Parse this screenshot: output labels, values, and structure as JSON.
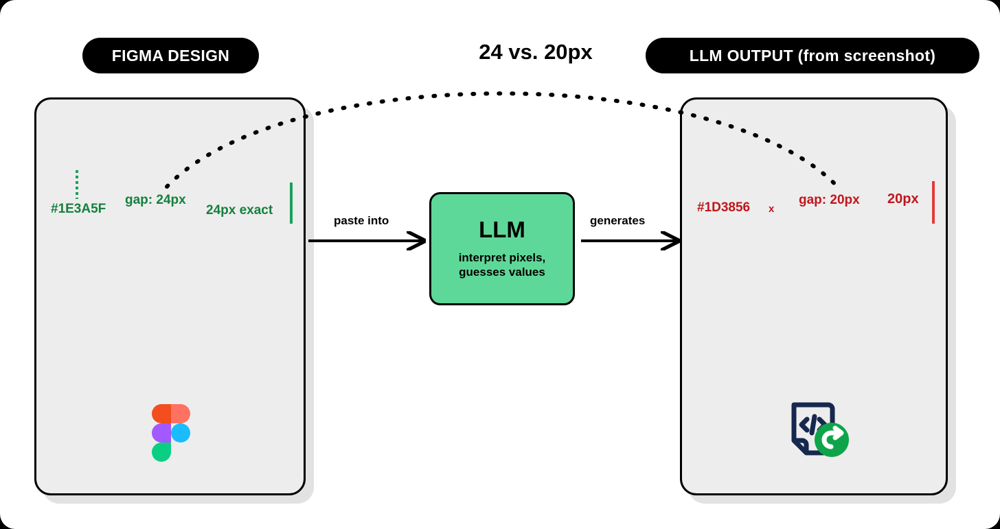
{
  "headline": "24 vs. 20px",
  "left_panel": {
    "pill_label": "FIGMA DESIGN",
    "logo_icon": "figma-logo-icon",
    "annotations": {
      "hex": "#1E3A5F",
      "gap": "gap: 24px",
      "exact": "24px exact"
    },
    "cards": [
      {
        "state": "normal"
      },
      {
        "state": "normal"
      },
      {
        "state": "faded"
      }
    ]
  },
  "right_panel": {
    "pill_label": "LLM OUTPUT (from screenshot)",
    "logo_icon": "code-export-document-icon",
    "annotations": {
      "hex": "#1D3856",
      "hex_mark": "x",
      "gap": "gap: 20px",
      "px": "20px"
    },
    "cards": [
      {
        "state": "normal"
      },
      {
        "state": "normal"
      },
      {
        "state": "faded"
      }
    ]
  },
  "center_node": {
    "title": "LLM",
    "subtitle_line1": "interpret pixels,",
    "subtitle_line2": "guesses values"
  },
  "flow": {
    "left_arrow_label": "paste into",
    "right_arrow_label": "generates"
  },
  "colors": {
    "accent_green": "#15803d",
    "accent_red": "#c0161c",
    "node_green": "#5ed898",
    "measure_green": "#1aa05c",
    "measure_red": "#e23b3b",
    "panel_bg": "#ededed",
    "background": "#ffffff",
    "pill_bg": "#000000"
  }
}
